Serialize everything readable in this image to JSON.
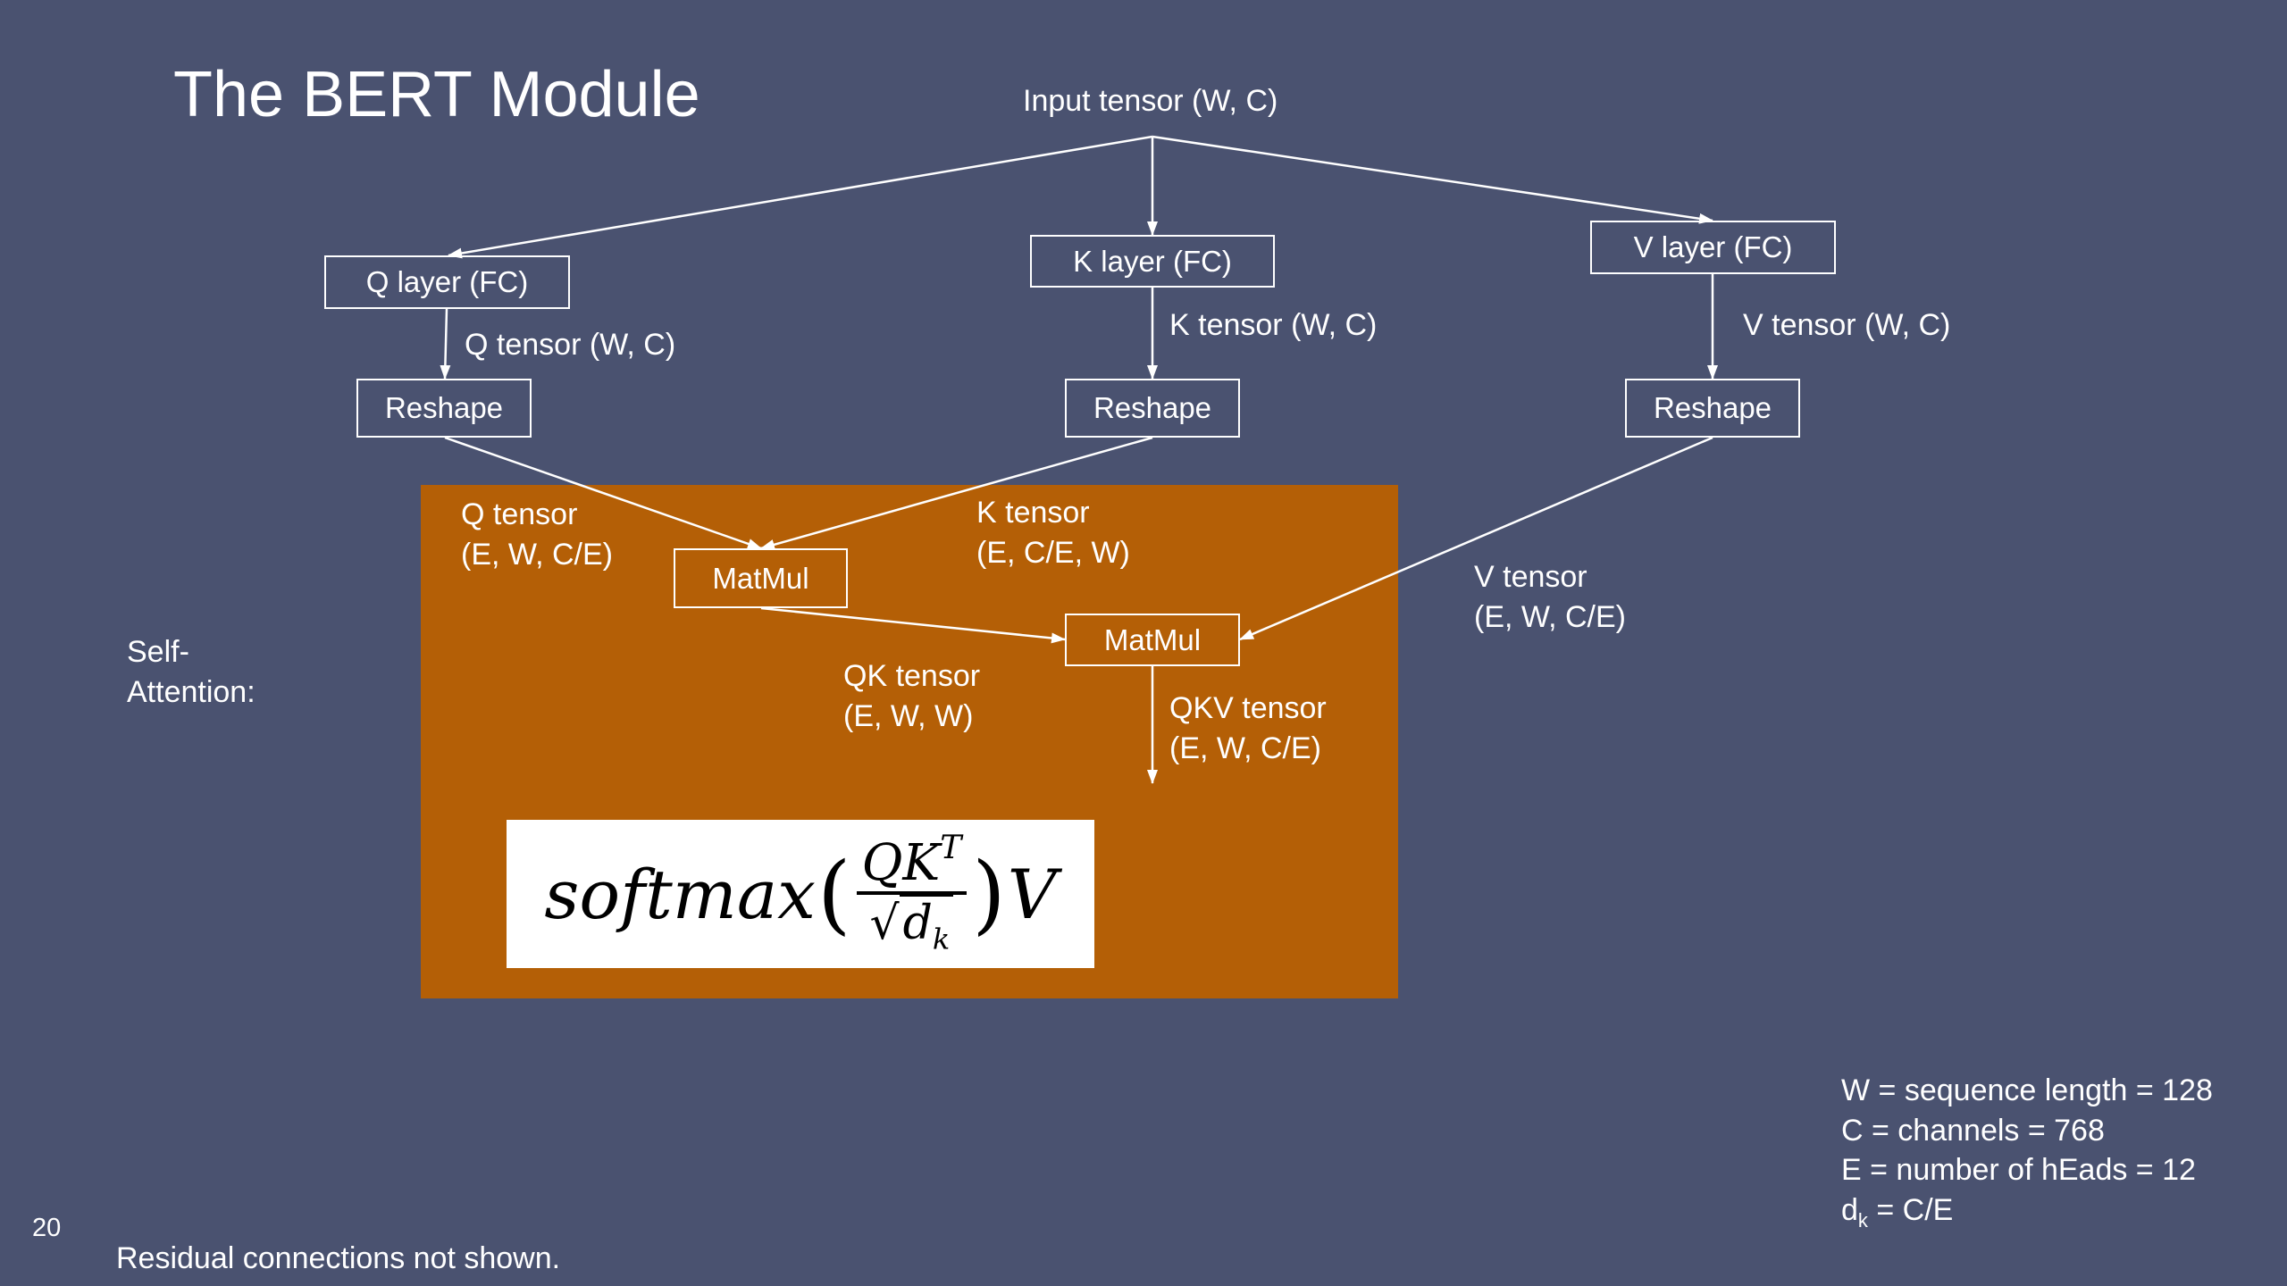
{
  "slide": {
    "title": "The BERT Module",
    "page_number": "20",
    "footnote": "Residual connections not shown.",
    "self_attention_label": "Self-\nAttention:"
  },
  "diagram": {
    "input": "Input tensor (W, C)",
    "nodes": {
      "q_layer": "Q layer (FC)",
      "k_layer": "K layer (FC)",
      "v_layer": "V layer (FC)",
      "q_reshape": "Reshape",
      "k_reshape": "Reshape",
      "v_reshape": "Reshape",
      "matmul_qk": "MatMul",
      "matmul_qkv": "MatMul"
    },
    "edge_labels": {
      "q_tensor": "Q tensor (W, C)",
      "k_tensor": "K tensor (W, C)",
      "v_tensor": "V tensor (W, C)",
      "q_reshaped": "Q tensor\n(E, W, C/E)",
      "k_reshaped": "K tensor\n(E, C/E, W)",
      "v_reshaped": "V tensor\n(E, W, C/E)",
      "qk": "QK tensor\n(E, W, W)",
      "qkv": "QKV tensor\n(E, W, C/E)"
    },
    "formula": {
      "func": "softmax",
      "numerator": "QK",
      "numerator_sup": "T",
      "denominator_sqrt": "d",
      "denominator_sub": "k",
      "trailing": "V"
    }
  },
  "legend": {
    "w": "W = sequence length = 128",
    "c": "C = channels = 768",
    "e": "E = number of hEads = 12",
    "dk_main": "d",
    "dk_sub": "k",
    "dk_rest": " = C/E"
  },
  "colors": {
    "background": "#4a5270",
    "attention_panel": "#b45f06",
    "foreground": "#ffffff"
  }
}
